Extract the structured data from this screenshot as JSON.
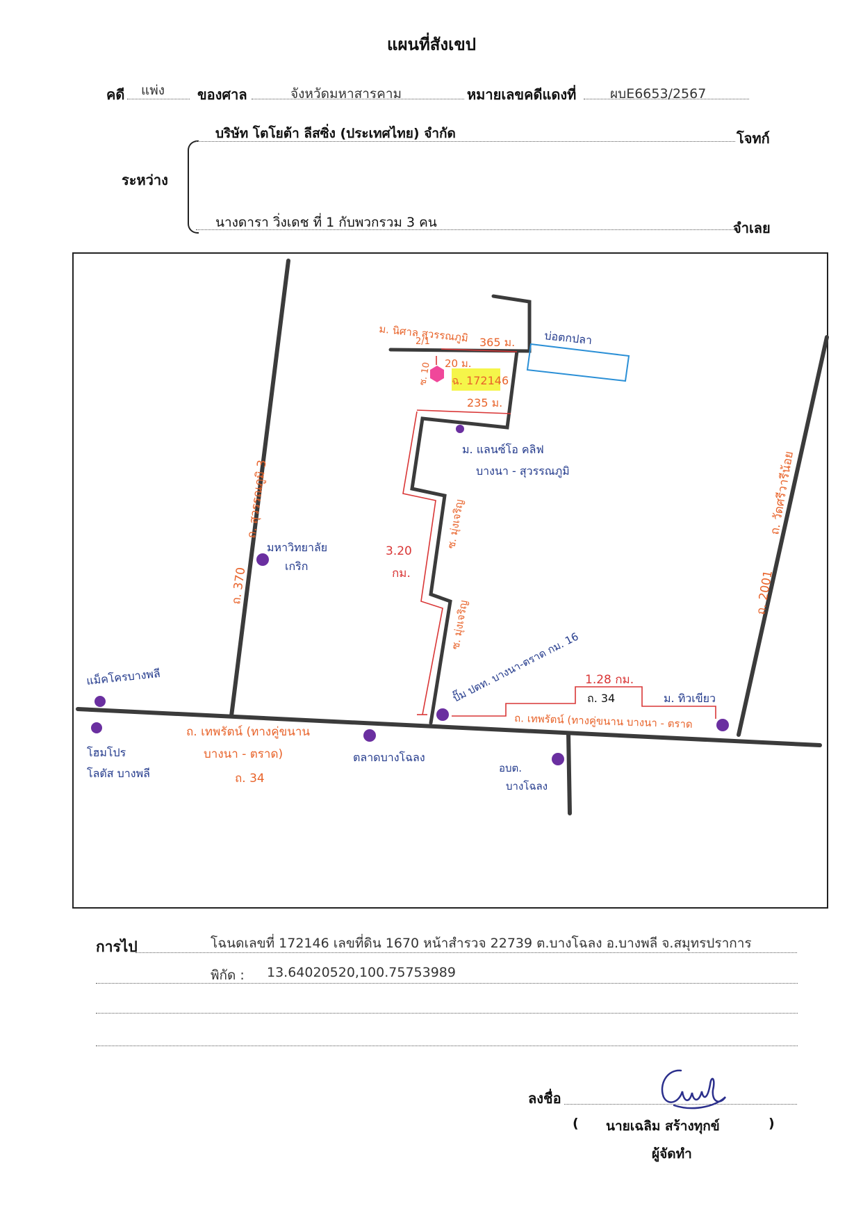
{
  "header": {
    "title": "แผนที่สังเขป",
    "case_label": "คดี",
    "case_value": "แพ่ง",
    "court_label": "ของศาล",
    "court_value": "จังหวัดมหาสารคาม",
    "red_no_label": "หมายเลขคดีแดงที่",
    "red_no_value": "ผบE6653/2567",
    "between_label": "ระหว่าง",
    "plaintiff_name": "บริษัท โตโยต้า ลีสซิ่ง (ประเทศไทย) จำกัด",
    "plaintiff_role": "โจทก์",
    "defendant_name": "นางดารา วิ่งเดช ที่ 1 กับพวกรวม 3 คน",
    "defendant_role": "จำเลย"
  },
  "map": {
    "labels": {
      "road_left_main": "ถ. 370",
      "road_left_soi": "ถ. สุวรรณภูมิ 3",
      "road_right": "ถ. 2001",
      "road_right_name": "ถ. วัดศรีวารีน้อย",
      "highway_left_1": "ถ. เทพรัตน์ (ทางคู่ขนาน",
      "highway_left_2": "บางนา - ตราด)",
      "highway_left_3": "ถ. 34",
      "highway_right": "ถ. เทพรัตน์ (ทางคู่ขนาน บางนา - ตราด",
      "highway_right_no": "ถ. 34",
      "distance_highway": "1.28 กม.",
      "distance_soi_1": "3.20",
      "distance_soi_2": "กม.",
      "soi_name_1": "ซ. มุ่งเจริญ",
      "soi_name_2": "ซ. มุ่งเจริญ",
      "gas_station": "ปั๊ม ปตท. บางนา-ตราด กม. 16",
      "village_top_1": "ม. นิศาล สุวรรณภูมิ",
      "village_top_2": "2/1",
      "dist_365": "365 ม.",
      "fish_pond": "บ่อตกปลา",
      "soi_10": "ซ. 10",
      "dist_20": "20 ม.",
      "deed_label": "ฉ. 172146",
      "dist_235": "235 ม.",
      "village_mid_1": "ม. แลนซ์โอ คลิฟ",
      "village_mid_2": "บางนา - สุวรรณภูมิ",
      "university_1": "มหาวิทยาลัย",
      "university_2": "เกริก",
      "makro": "แม็คโครบางพลี",
      "homepro_1": "โฮมโปร",
      "homepro_2": "โลตัส บางพลี",
      "market": "ตลาดบางโฉลง",
      "tambon_office_1": "อบต.",
      "tambon_office_2": "บางโฉลง",
      "village_right": "ม. ทิวเขียว"
    },
    "colors": {
      "road": "#3b3b3b",
      "orange_text": "#e8632a",
      "blue_text": "#233a8c",
      "red_route": "#d93636",
      "purple_dot": "#6a2fa0",
      "pink_marker": "#f0479a",
      "highlight": "#f3f32a",
      "pond_blue": "#2a8fd6"
    }
  },
  "footer": {
    "directions_label": "การไป",
    "directions_line1": "โฉนดเลขที่ 172146  เลขที่ดิน 1670  หน้าสำรวจ 22739  ต.บางโฉลง อ.บางพลี จ.สมุทรปราการ",
    "coords_label": "พิกัด :",
    "coords_value": "13.64020520,100.75753989",
    "sign_label": "ลงชื่อ",
    "open_paren": "(",
    "signer_name": "นายเฉลิม  สร้างทุกข์",
    "close_paren": ")",
    "signer_role": "ผู้จัดทำ"
  }
}
